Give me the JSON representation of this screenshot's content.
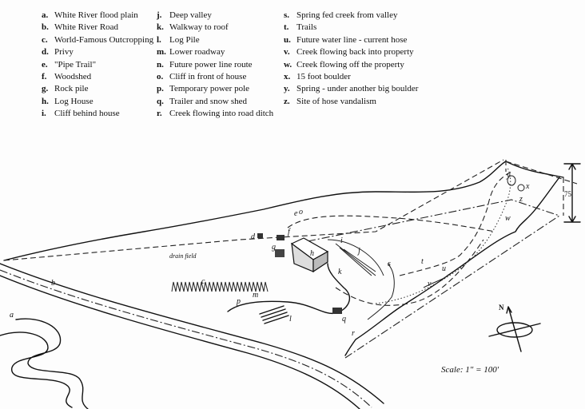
{
  "legend": {
    "columns": [
      [
        {
          "key": "a.",
          "text": "White River flood plain"
        },
        {
          "key": "b.",
          "text": "White River Road"
        },
        {
          "key": "c.",
          "text": "World-Famous Outcropping"
        },
        {
          "key": "d.",
          "text": "Privy"
        },
        {
          "key": "e.",
          "text": "\"Pipe Trail\""
        },
        {
          "key": "f.",
          "text": "Woodshed"
        },
        {
          "key": "g.",
          "text": "Rock pile"
        },
        {
          "key": "h.",
          "text": "Log House"
        },
        {
          "key": "i.",
          "text": "Cliff behind house"
        }
      ],
      [
        {
          "key": "j.",
          "text": "Deep valley"
        },
        {
          "key": "k.",
          "text": "Walkway to roof"
        },
        {
          "key": "l.",
          "text": "Log Pile"
        },
        {
          "key": "m.",
          "text": "Lower roadway"
        },
        {
          "key": "n.",
          "text": "Future power line route"
        },
        {
          "key": "o.",
          "text": "Cliff in front of house"
        },
        {
          "key": "p.",
          "text": "Temporary power pole"
        },
        {
          "key": "q.",
          "text": "Trailer and snow shed"
        },
        {
          "key": "r.",
          "text": "Creek flowing into road ditch"
        }
      ],
      [
        {
          "key": "s.",
          "text": "Spring fed creek from valley"
        },
        {
          "key": "t.",
          "text": "Trails"
        },
        {
          "key": "u.",
          "text": "Future water line - current hose"
        },
        {
          "key": "v.",
          "text": "Creek flowing back into property"
        },
        {
          "key": "w.",
          "text": "Creek flowing off the property"
        },
        {
          "key": "x.",
          "text": "15 foot boulder"
        },
        {
          "key": "y.",
          "text": "Spring - under another big boulder"
        },
        {
          "key": "z.",
          "text": "Site of hose vandalism"
        }
      ]
    ]
  },
  "map": {
    "labels": {
      "a": "a",
      "b": "b",
      "c": "c",
      "d": "d",
      "e": "e",
      "f": "f",
      "g": "g",
      "h": "h",
      "i": "i",
      "j": "j",
      "k": "k",
      "l": "l",
      "m": "m",
      "o": "o",
      "p": "p",
      "q": "q",
      "r": "r",
      "s": "s",
      "t": "t",
      "u": "u",
      "v": "v",
      "w": "w",
      "x": "x",
      "y": "y",
      "z": "z"
    },
    "drain_field": "drain field",
    "height_note": "75'",
    "north": "N",
    "scale": "Scale:  1\" = 100'"
  }
}
